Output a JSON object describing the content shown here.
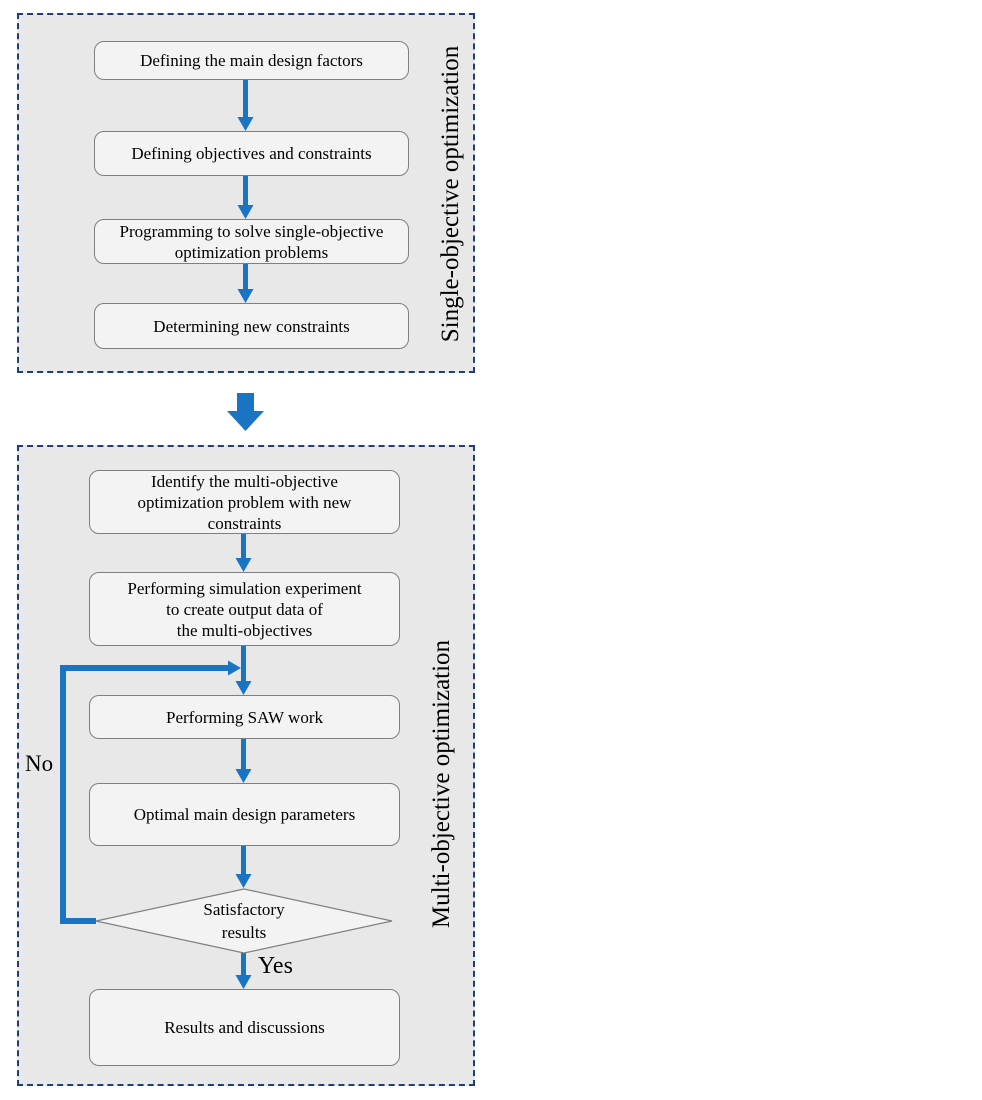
{
  "colors": {
    "section_background": "#e8e8e8",
    "section_dashed_border": "#1f3d7d",
    "box_background": "#f3f3f3",
    "box_border": "#7f7f7f",
    "arrow_blue": "#1a74c4",
    "text": "#000000"
  },
  "single_objective": {
    "side_label": "Single-objective optimization",
    "boxes": [
      {
        "label": "Defining the main design factors"
      },
      {
        "label": "Defining objectives and constraints"
      },
      {
        "label": [
          "Programming to solve single-objective",
          "optimization problems"
        ]
      },
      {
        "label": "Determining new constraints"
      }
    ]
  },
  "multi_objective": {
    "side_label": "Multi-objective optimization",
    "boxes": [
      {
        "label": [
          "Identify the multi-objective",
          "optimization problem with new",
          "constraints"
        ]
      },
      {
        "label": [
          "Performing simulation experiment",
          "to create output data of",
          "the multi-objectives"
        ]
      },
      {
        "label": "Performing SAW work"
      },
      {
        "label": "Optimal main design parameters"
      }
    ],
    "decision": {
      "label": [
        "Satisfactory",
        "results"
      ],
      "yes_label": "Yes",
      "no_label": "No"
    },
    "final_box": {
      "label": "Results and discussions"
    }
  }
}
